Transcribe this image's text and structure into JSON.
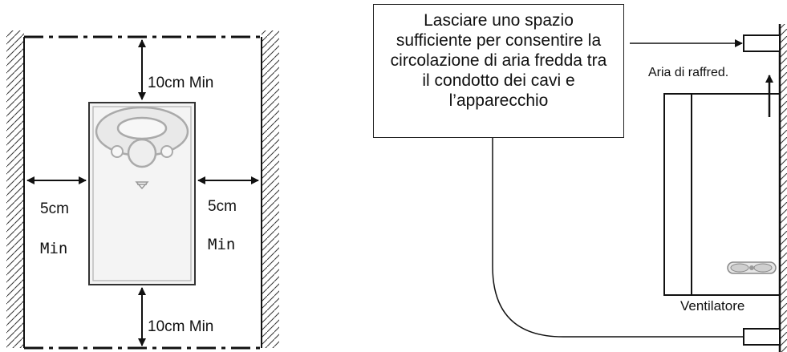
{
  "left_diagram": {
    "top_clearance": "10cm Min",
    "bottom_clearance": "10cm Min",
    "left_clearance_value": "5cm",
    "left_clearance_suffix": "Min",
    "right_clearance_value": "5cm",
    "right_clearance_suffix": "Min"
  },
  "right_diagram": {
    "note_lines": [
      "Lasciare uno spazio",
      "sufficiente per consentire la",
      "circolazione di aria fredda tra",
      "il condotto dei cavi e",
      "l’apparecchio"
    ],
    "air_label": "Aria di raffred.",
    "fan_label": "Ventilatore"
  }
}
